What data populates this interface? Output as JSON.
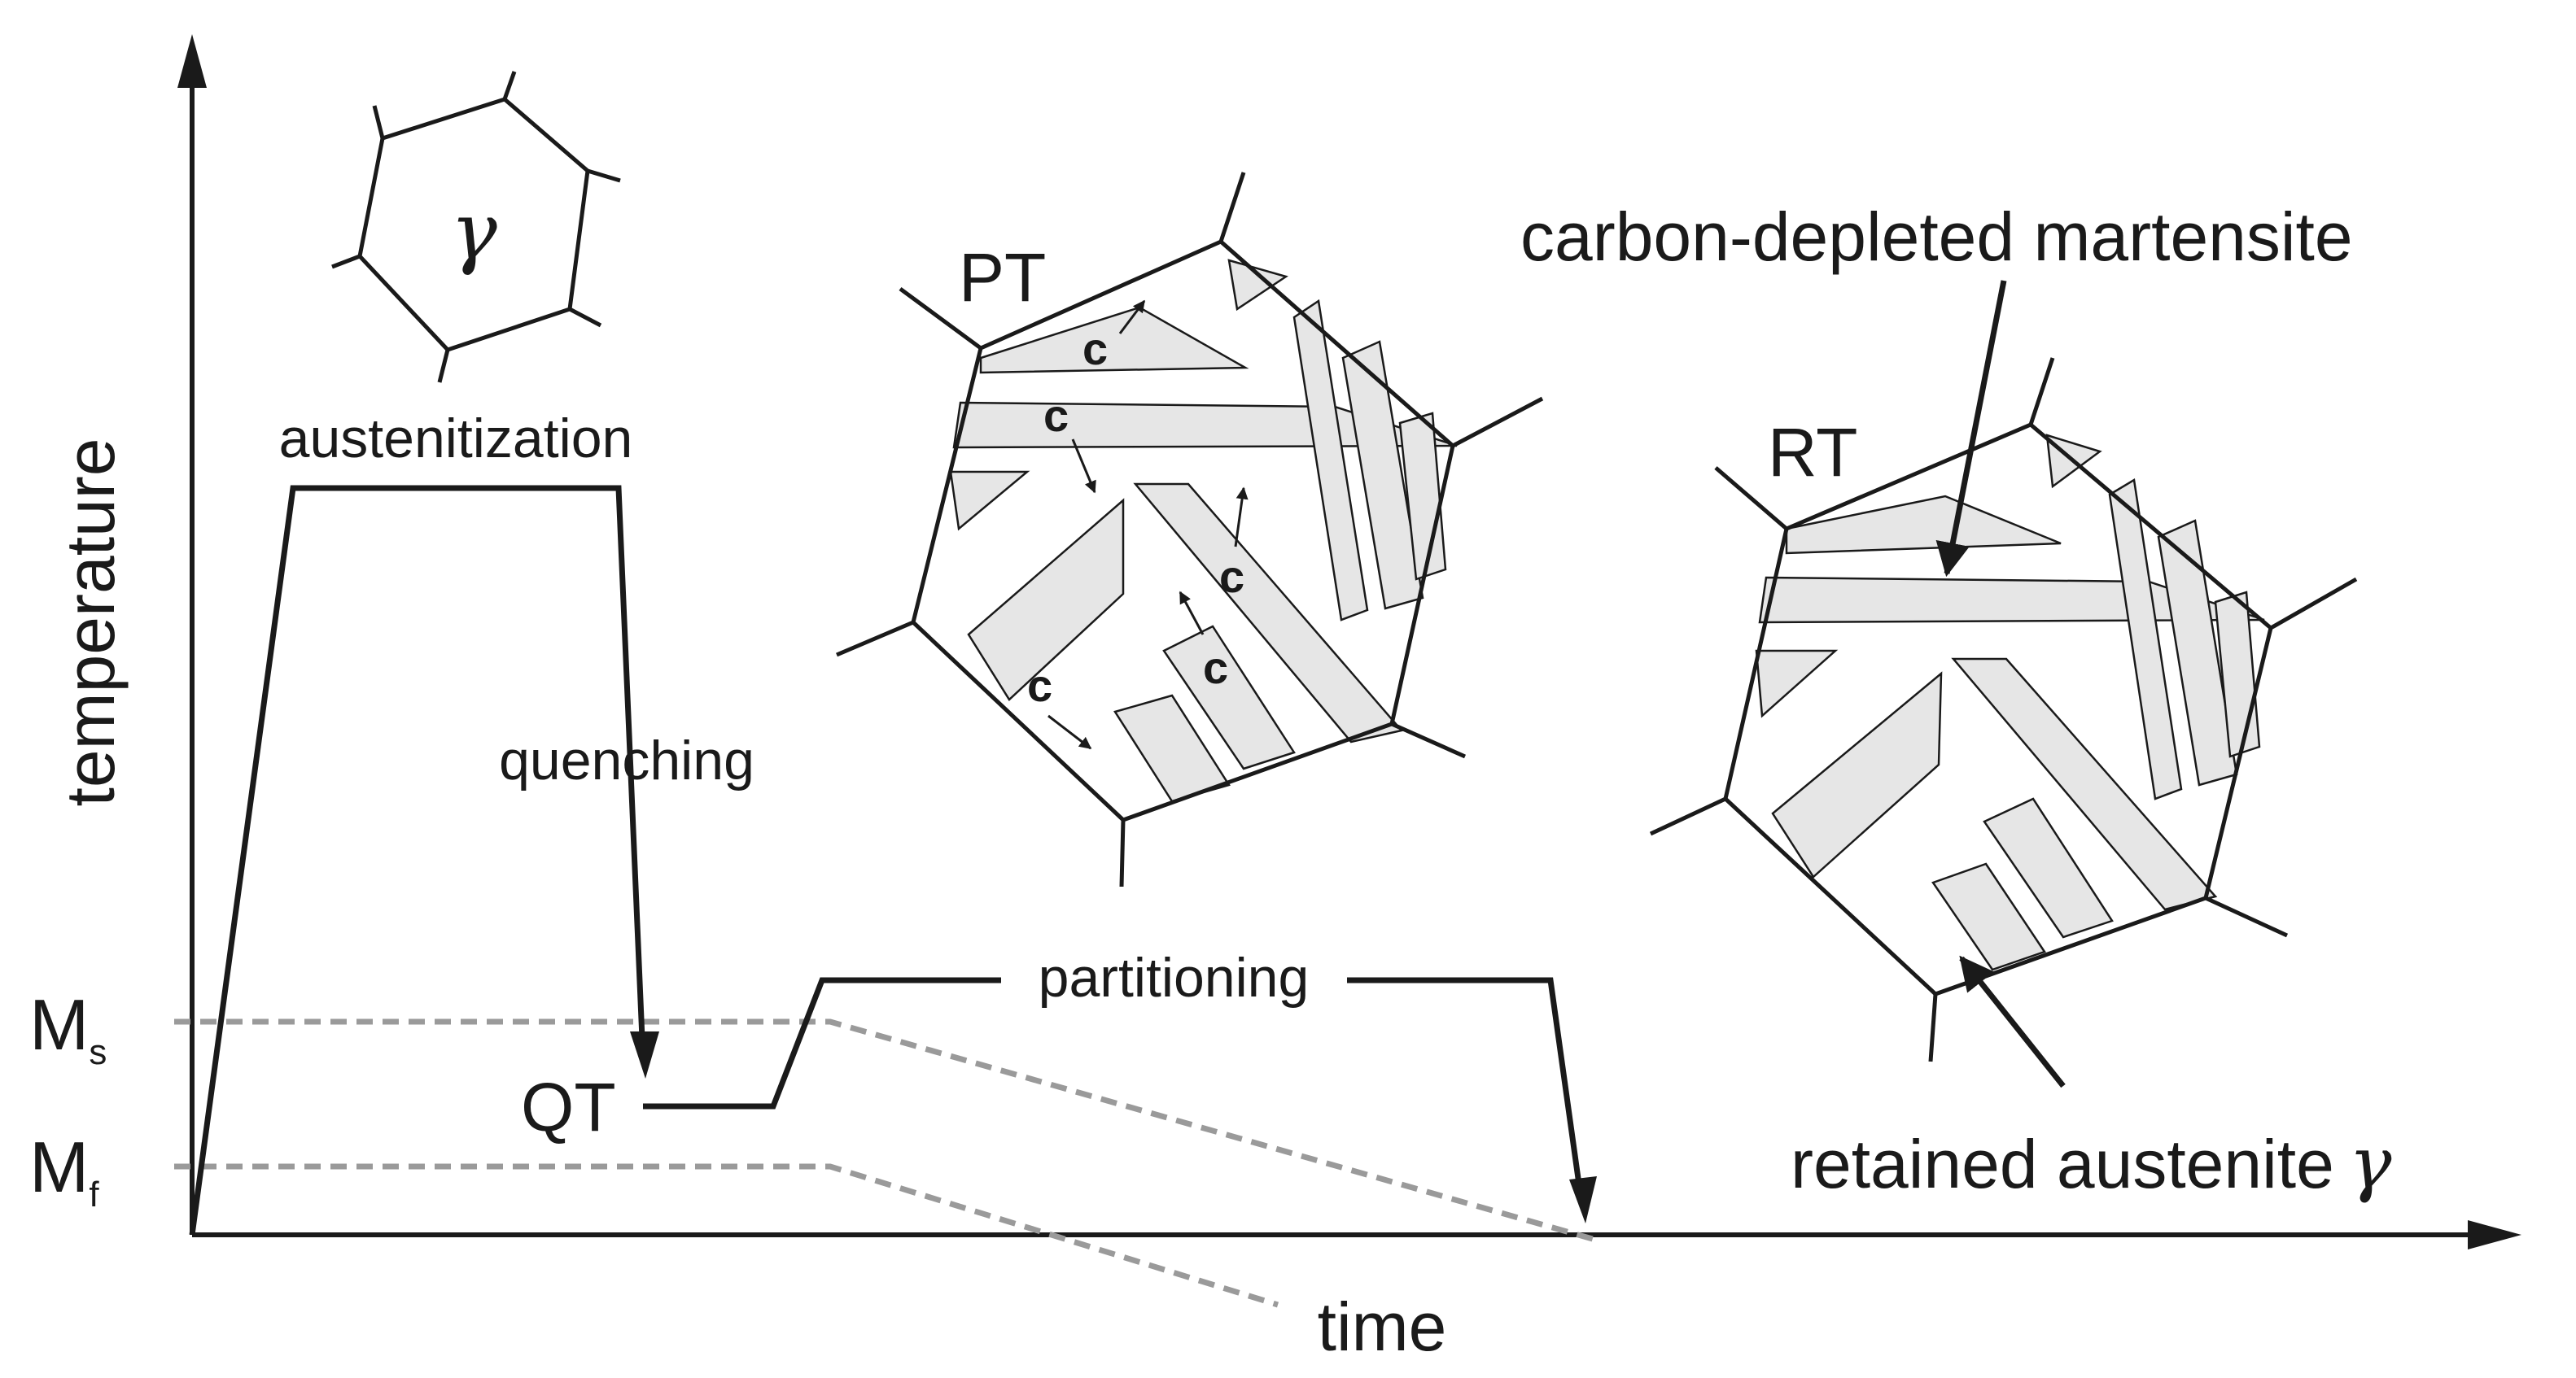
{
  "axes": {
    "y_label": "temperature",
    "x_label": "time"
  },
  "levels": {
    "ms_main": "M",
    "ms_sub": "s",
    "mf_main": "M",
    "mf_sub": "f"
  },
  "stages": {
    "austenitization": "austenitization",
    "quenching": "quenching",
    "qt": "QT",
    "partitioning": "partitioning"
  },
  "grains": {
    "gamma_symbol": "γ",
    "pt_label": "PT",
    "rt_label": "RT",
    "carbon_symbol": "c"
  },
  "annotations": {
    "carbon_depleted": "carbon-depleted martensite",
    "retained_text": "retained austenite",
    "retained_symbol": "γ"
  }
}
